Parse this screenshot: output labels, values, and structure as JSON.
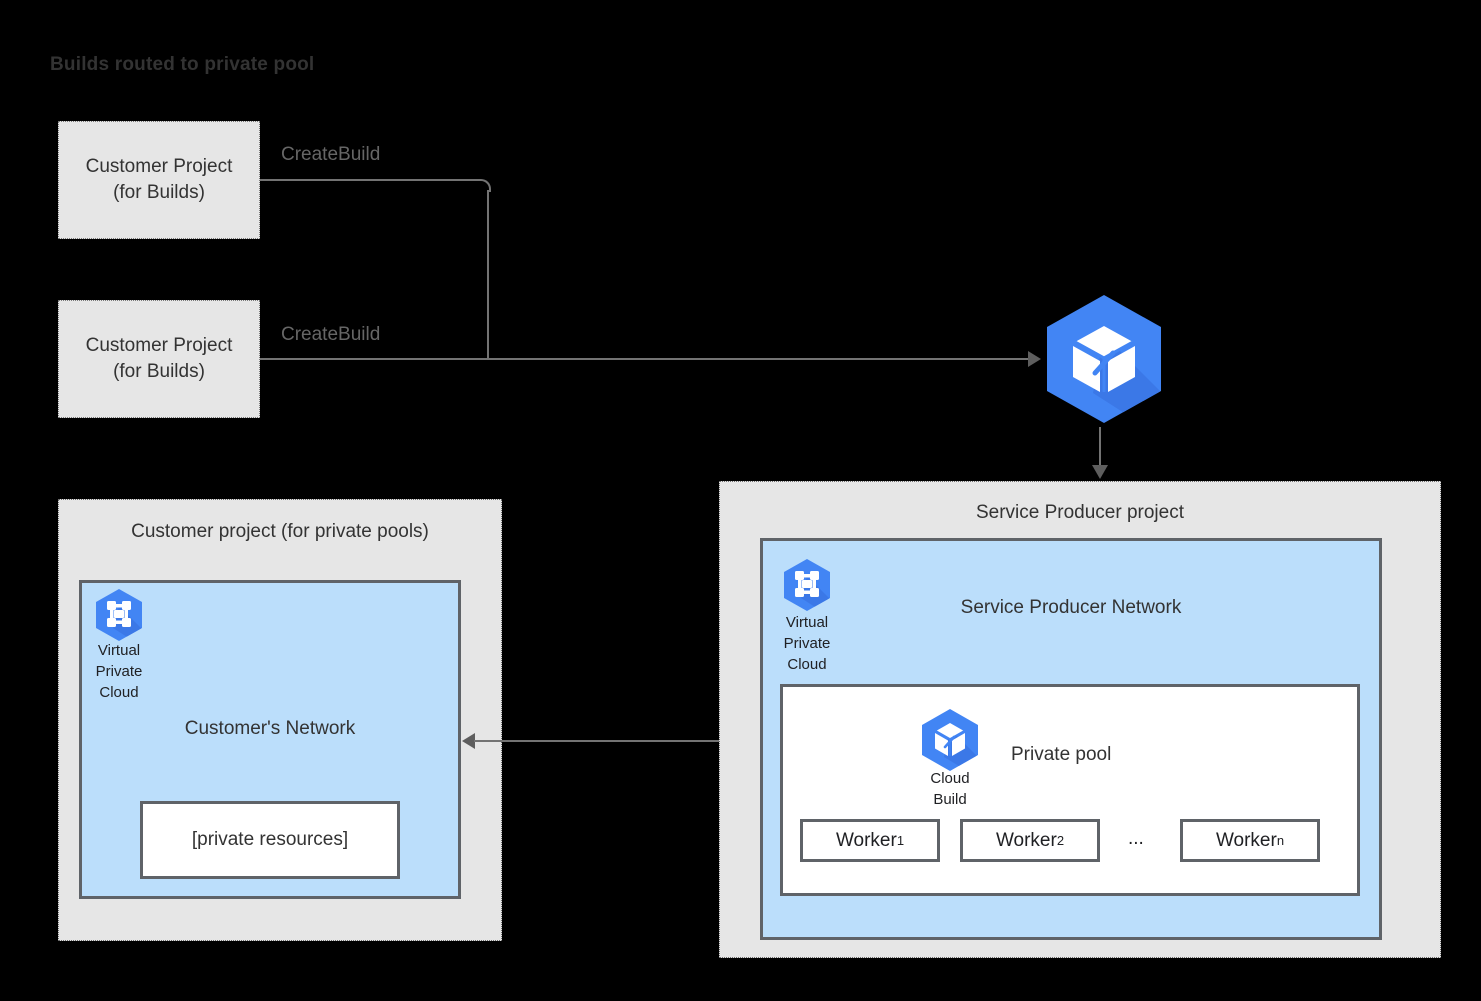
{
  "title": "Builds routed to private pool",
  "build_sources": [
    {
      "name": "customer-project-builds-1",
      "line1": "Customer Project",
      "line2": "(for Builds)",
      "edge_label": "CreateBuild"
    },
    {
      "name": "customer-project-builds-2",
      "line1": "Customer Project",
      "line2": "(for Builds)",
      "edge_label": "CreateBuild"
    }
  ],
  "cloud_build_service": {
    "icon": "cloud-build-icon"
  },
  "customer_container": {
    "title": "Customer project (for private pools)",
    "vpc_icon": "virtual-private-cloud-icon",
    "vpc_caption_lines": [
      "Virtual",
      "Private",
      "Cloud"
    ],
    "network_title": "Customer's Network",
    "private_resources": "[private resources]"
  },
  "producer_container": {
    "title": "Service Producer project",
    "vpc_icon": "virtual-private-cloud-icon",
    "vpc_caption_lines": [
      "Virtual",
      "Private",
      "Cloud"
    ],
    "network_title": "Service Producer Network",
    "pool": {
      "title": "Private pool",
      "icon": "cloud-build-icon",
      "icon_caption_lines": [
        "Cloud",
        "Build"
      ],
      "workers": [
        {
          "label": "Worker",
          "sub": "1"
        },
        {
          "label": "Worker",
          "sub": "2"
        },
        {
          "label": "Worker",
          "sub": "n"
        }
      ],
      "ellipsis": "..."
    }
  },
  "colors": {
    "background": "#000000",
    "container_fill": "#E6E6E6",
    "network_fill": "#BBDEFB",
    "border_dark": "#5F6368",
    "connector": "#737373",
    "arrow": "#5E5E5E",
    "google_blue": "#4285F4",
    "google_blue_shade": "#3B78E7",
    "text_dark": "#333333",
    "text_muted": "#666666"
  }
}
